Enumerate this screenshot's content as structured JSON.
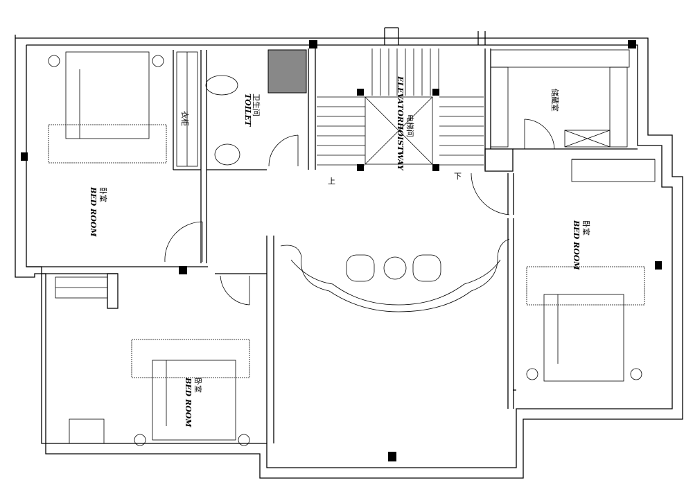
{
  "plan": {
    "rooms": {
      "bedroom_nw": {
        "cn": "卧室",
        "en": "BED ROOM"
      },
      "bedroom_sw": {
        "cn": "卧室",
        "en": "BED ROOM"
      },
      "bedroom_e": {
        "cn": "卧室",
        "en": "BED ROOM"
      },
      "toilet": {
        "cn": "卫生间",
        "en": "TOILET"
      },
      "elevator": {
        "cn": "电梯间",
        "en": "ELEVATORHOISTWAY"
      },
      "storage": {
        "cn": "储藏室"
      },
      "closet": {
        "cn": "衣柜"
      }
    },
    "stairs": {
      "up": "上",
      "down": "下"
    }
  }
}
